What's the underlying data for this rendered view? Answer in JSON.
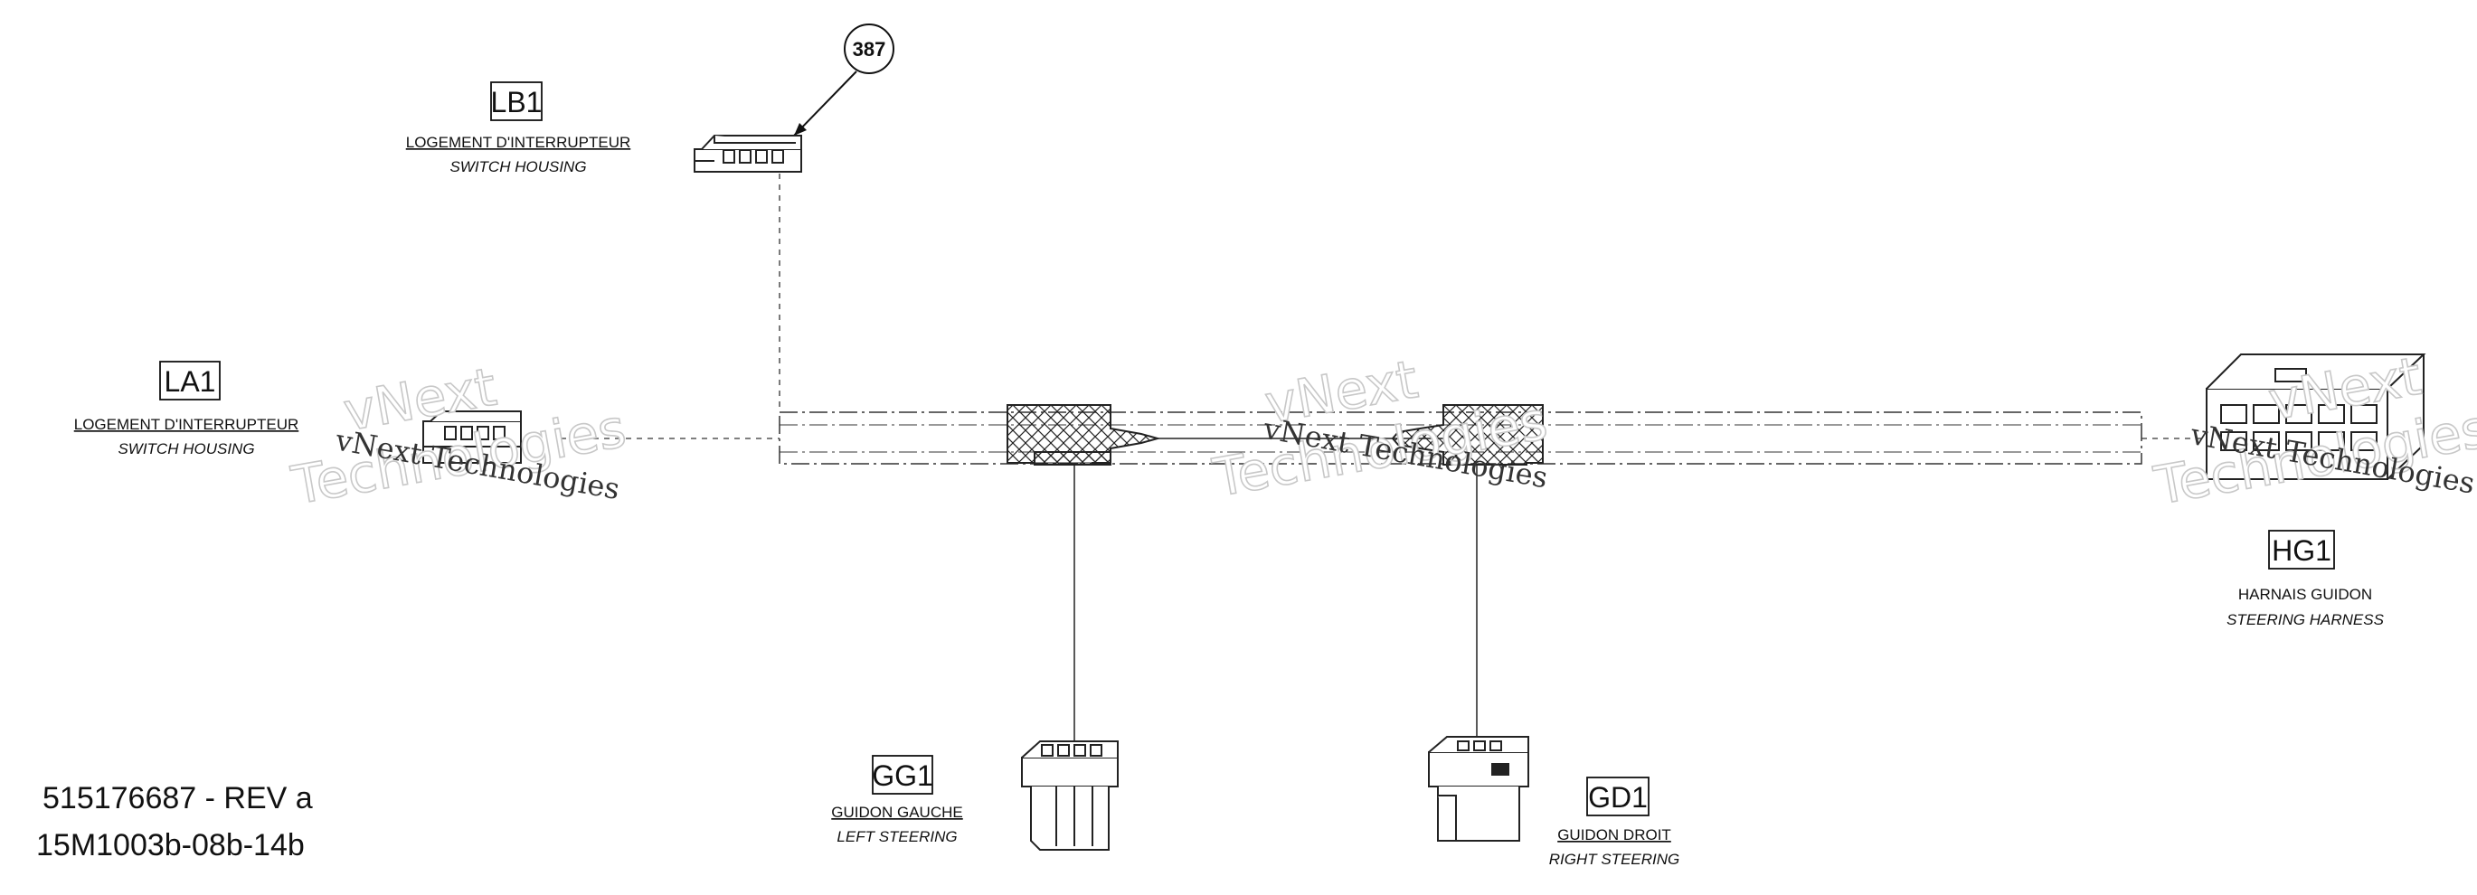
{
  "balloon": {
    "number": "387"
  },
  "connectors": {
    "lb1": {
      "code": "LB1",
      "label_fr": "LOGEMENT D'INTERRUPTEUR",
      "label_en": "SWITCH HOUSING"
    },
    "la1": {
      "code": "LA1",
      "label_fr": "LOGEMENT D'INTERRUPTEUR",
      "label_en": "SWITCH HOUSING"
    },
    "hg1": {
      "code": "HG1",
      "label_fr": "HARNAIS GUIDON",
      "label_en": "STEERING HARNESS"
    },
    "gg1": {
      "code": "GG1",
      "label_fr": "GUIDON GAUCHE",
      "label_en": "LEFT STEERING"
    },
    "gd1": {
      "code": "GD1",
      "label_fr": "GUIDON DROIT",
      "label_en": "RIGHT STEERING"
    }
  },
  "watermark": {
    "line1": "vNext",
    "line2": "Technologies",
    "inline": "vNext Technologies"
  },
  "reference": {
    "part_rev": "515176687 - REV a",
    "drawing_code": "15M1003b-08b-14b"
  }
}
